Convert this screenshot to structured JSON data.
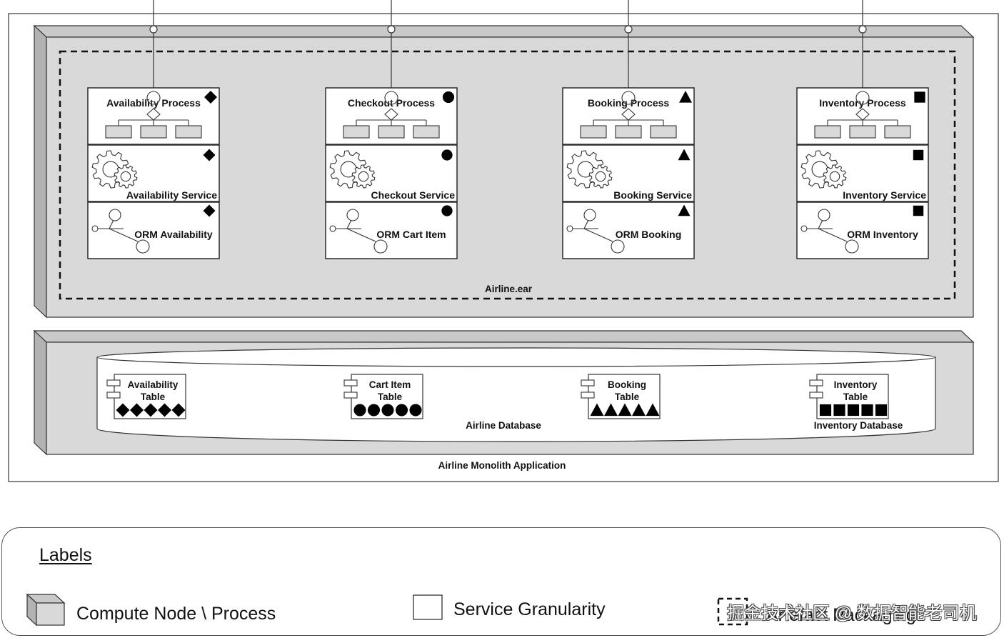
{
  "application": {
    "label": "Airline Monolith Application",
    "ear_label": "Airline.ear",
    "database_label": "Airline Database",
    "inventory_database_label": "Inventory Database"
  },
  "services": [
    {
      "process": "Availability Process",
      "service": "Availability Service",
      "orm": "ORM Availability",
      "table_line1": "Availability",
      "table_line2": "Table",
      "marker": "diamond"
    },
    {
      "process": "Checkout Process",
      "service": "Checkout Service",
      "orm": "ORM Cart Item",
      "table_line1": "Cart Item",
      "table_line2": "Table",
      "marker": "circle"
    },
    {
      "process": "Booking Process",
      "service": "Booking Service",
      "orm": "ORM Booking",
      "table_line1": "Booking",
      "table_line2": "Table",
      "marker": "triangle"
    },
    {
      "process": "Inventory Process",
      "service": "Inventory Service",
      "orm": "ORM Inventory",
      "table_line1": "Inventory",
      "table_line2": "Table",
      "marker": "square"
    }
  ],
  "legend": {
    "title": "Labels",
    "compute_node": "Compute Node \\ Process",
    "service_granularity": "Service Granularity",
    "artefact_packaging": "Artefact Packaging"
  },
  "watermark": "掘金技术社区 @ 数据智能老司机",
  "colors": {
    "node_face": "#d9d9d9",
    "node_side": "#bfbfbf",
    "stroke": "#2b2b2b"
  }
}
